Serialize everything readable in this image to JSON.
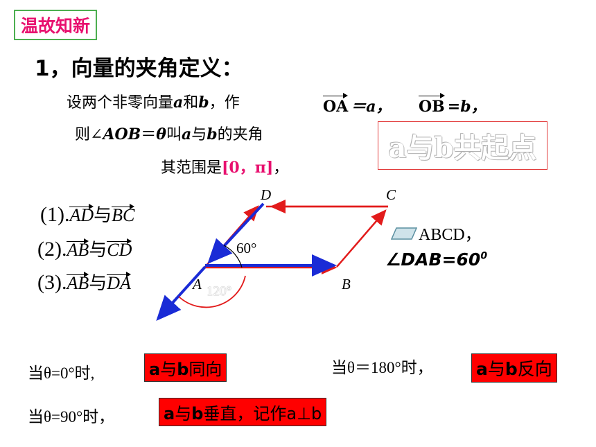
{
  "tag": "温故知新",
  "heading": "1，向量的夹角定义：",
  "def": {
    "line1_a": "设两个非零向量",
    "var_a": "a",
    "line1_b": "和",
    "var_b": "b",
    "line1_c": "，作",
    "vec_oa": "OA",
    "eq_a": "＝a，",
    "vec_ob": "OB",
    "eq_b": "=b，",
    "line2_a": "则∠",
    "line2_aob": "AOB",
    "line2_b": "＝",
    "line2_theta": "θ",
    "line2_c": "叫",
    "line2_d": "与",
    "line2_e": "的夹角",
    "line3_a": "其范围是",
    "range": "[0，π]",
    "line3_b": "，"
  },
  "ghost_text": "a与b共起点",
  "pairs": [
    {
      "num": "(1).",
      "v1": "AD",
      "conn": "与",
      "v2": "BC"
    },
    {
      "num": "(2).",
      "v1": "AB",
      "conn": "与",
      "v2": "CD"
    },
    {
      "num": "(3).",
      "v1": "AB",
      "conn": "与",
      "v2": "DA"
    }
  ],
  "figure": {
    "labels": {
      "A": "A",
      "B": "B",
      "C": "C",
      "D": "D"
    },
    "angle1": "60°",
    "angle2": "120°"
  },
  "caption": {
    "shape": "ABCD，",
    "angle": "∠DAB=60",
    "sup": "0"
  },
  "cases": [
    {
      "when": "当θ=0°时,",
      "result_a": "a",
      "result_b": "与",
      "result_c": "b",
      "result_d": "同向"
    },
    {
      "when": "当θ＝180°时，",
      "result_a": "a",
      "result_b": "与",
      "result_c": "b",
      "result_d": "反向"
    },
    {
      "when": "当θ=90°时，",
      "result_a": "a",
      "result_b": "与",
      "result_c": "b",
      "result_d": "垂直，记作a⊥b"
    }
  ],
  "colors": {
    "accent": "#e8106f",
    "red": "#ff0000",
    "blue": "#1a2bd6",
    "vector_red": "#e21b1b"
  }
}
